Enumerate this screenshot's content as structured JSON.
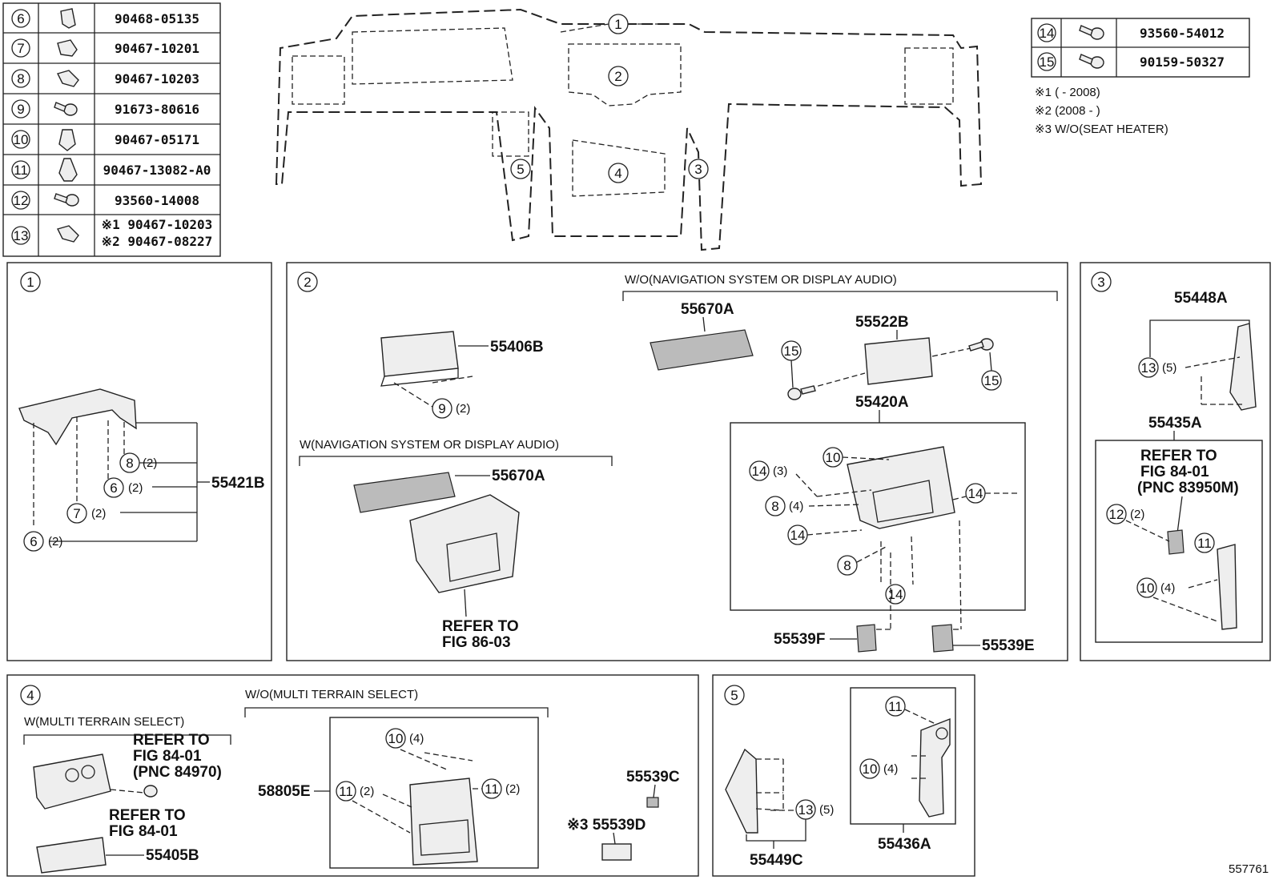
{
  "parts_table_left": [
    {
      "ref": "6",
      "part_no": "90468-05135"
    },
    {
      "ref": "7",
      "part_no": "90467-10201"
    },
    {
      "ref": "8",
      "part_no": "90467-10203"
    },
    {
      "ref": "9",
      "part_no": "91673-80616"
    },
    {
      "ref": "10",
      "part_no": "90467-05171"
    },
    {
      "ref": "11",
      "part_no": "90467-13082-A0"
    },
    {
      "ref": "12",
      "part_no": "93560-14008"
    },
    {
      "ref": "13",
      "part_no": "※1 90467-10203",
      "part_no_2": "※2 90467-08227"
    }
  ],
  "parts_table_right": [
    {
      "ref": "14",
      "part_no": "93560-54012"
    },
    {
      "ref": "15",
      "part_no": "90159-50327"
    }
  ],
  "notes": [
    "※1 (     - 2008)",
    "※2 (2008 -     )",
    "※3 W/O(SEAT HEATER)"
  ],
  "overview_callouts": [
    "1",
    "2",
    "3",
    "4",
    "5"
  ],
  "panel1": {
    "id": "1",
    "part": "55421B",
    "callouts": [
      "8",
      "6",
      "7",
      "6"
    ],
    "qty": "(2)"
  },
  "panel2": {
    "id": "2",
    "header_without": "W/O(NAVIGATION SYSTEM OR DISPLAY AUDIO)",
    "header_with": "W(NAVIGATION SYSTEM OR DISPLAY AUDIO)",
    "p_55406B": "55406B",
    "p_55670A_a": "55670A",
    "p_55670A_b": "55670A",
    "p_55522B": "55522B",
    "p_55420A": "55420A",
    "p_55539F": "55539F",
    "p_55539E": "55539E",
    "refer": [
      "REFER TO",
      "FIG 86-03"
    ],
    "qty2": "(2)",
    "qty3": "(3)",
    "qty4": "(4)",
    "c9": "9",
    "c10": "10",
    "c14": "14",
    "c8": "8",
    "c15": "15"
  },
  "panel3": {
    "id": "3",
    "p_55448A": "55448A",
    "p_55435A": "55435A",
    "refer": [
      "REFER TO",
      "FIG 84-01",
      "(PNC 83950M)"
    ],
    "qty5": "(5)",
    "qty2": "(2)",
    "qty4": "(4)",
    "c13": "13",
    "c12": "12",
    "c11": "11",
    "c10": "10"
  },
  "panel4": {
    "id": "4",
    "header_with": "W(MULTI TERRAIN SELECT)",
    "header_without": "W/O(MULTI TERRAIN SELECT)",
    "refer1": [
      "REFER TO",
      "FIG 84-01",
      "(PNC 84970)"
    ],
    "refer2": [
      "REFER TO",
      "FIG 84-01"
    ],
    "p_55405B": "55405B",
    "p_58805E": "58805E",
    "p_55539C": "55539C",
    "p_55539D": "※3 55539D",
    "qty4": "(4)",
    "qty2": "(2)",
    "c10": "10",
    "c11": "11"
  },
  "panel5": {
    "id": "5",
    "p_55449C": "55449C",
    "p_55436A": "55436A",
    "qty5": "(5)",
    "qty4": "(4)",
    "c13": "13",
    "c11": "11",
    "c10": "10"
  },
  "figure_number": "557761"
}
